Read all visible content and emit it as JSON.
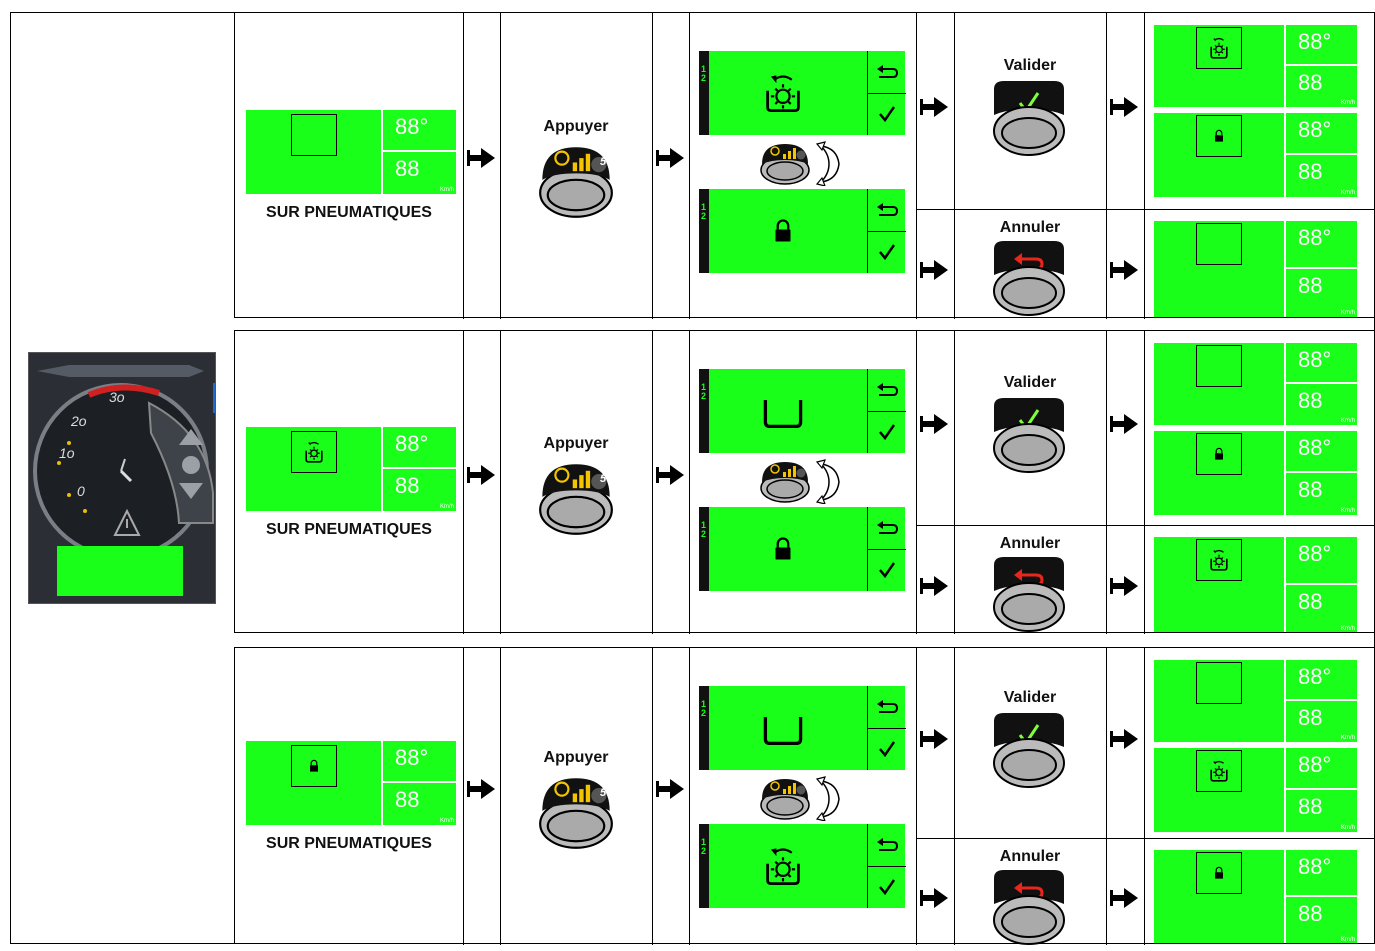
{
  "labels": {
    "mode": "SUR PNEUMATIQUES",
    "press": "Appuyer",
    "validate": "Valider",
    "cancel": "Annuler"
  },
  "display": {
    "temp": "88°",
    "speed": "88",
    "unit": "Km/h"
  },
  "menu": {
    "line1": "1",
    "line2": "2"
  },
  "button_number": "5",
  "dashboard": {
    "gauge_labels": [
      "3o",
      "2o",
      "1o",
      "0"
    ]
  },
  "rows": [
    {
      "start_icon": "empty",
      "menu_a": "wash-rotate",
      "menu_b": "lock",
      "valid_results": [
        "wash",
        "lock"
      ],
      "cancel_result": "empty"
    },
    {
      "start_icon": "wash",
      "menu_a": "tray",
      "menu_b": "lock",
      "valid_results": [
        "empty",
        "lock"
      ],
      "cancel_result": "wash"
    },
    {
      "start_icon": "lock",
      "menu_a": "tray",
      "menu_b": "wash-rotate",
      "valid_results": [
        "empty",
        "wash"
      ],
      "cancel_result": "lock"
    }
  ],
  "colors": {
    "lcd_green": "#1aff1a",
    "check_green": "#7dff3a",
    "cancel_red": "#e8261c",
    "button_yellow": "#f5c400"
  }
}
